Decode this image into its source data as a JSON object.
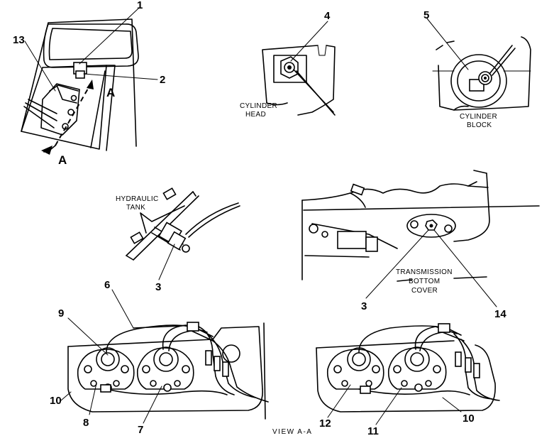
{
  "callouts": {
    "c1": "1",
    "c2": "2",
    "c3a": "3",
    "c3b": "3",
    "c4": "4",
    "c5": "5",
    "c6": "6",
    "c7": "7",
    "c8": "8",
    "c9": "9",
    "c10a": "10",
    "c10b": "10",
    "c11": "11",
    "c12": "12",
    "c13": "13",
    "c14": "14"
  },
  "section_markers": {
    "upper": "A",
    "lower": "A"
  },
  "labels": {
    "cylinder_head": [
      "CYLINDER",
      "HEAD"
    ],
    "cylinder_block": [
      "CYLINDER",
      "BLOCK"
    ],
    "hydraulic_tank": [
      "HYDRAULIC",
      "TANK"
    ],
    "transmission_cover": [
      "TRANSMISSION",
      "BOTTOM",
      "COVER"
    ],
    "view": "VIEW  A-A"
  },
  "colors": {
    "ink": "#000000",
    "paper": "#ffffff"
  }
}
